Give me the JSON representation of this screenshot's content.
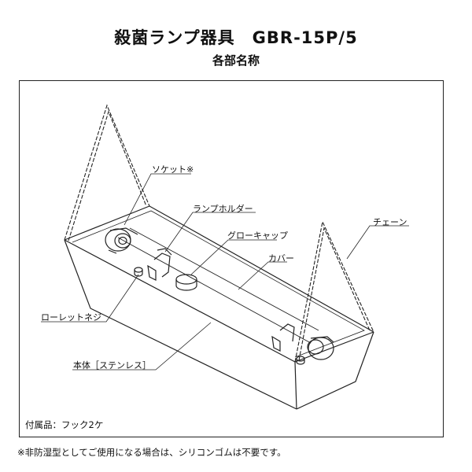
{
  "header": {
    "title": "殺菌ランプ器具",
    "model": "GBR-15P/5",
    "subtitle": "各部名称"
  },
  "parts": {
    "socket": "ソケット※",
    "lamp_holder": "ランプホルダー",
    "glow_cap": "グローキャップ",
    "chain": "チェーン",
    "cover": "カバー",
    "knurled_screw": "ローレットネジ",
    "body": "本体［ステンレス］"
  },
  "accessory": "付属品：フック2ケ",
  "footnote": "※非防湿型としてご使用になる場合は、シリコンゴムは不要です。"
}
